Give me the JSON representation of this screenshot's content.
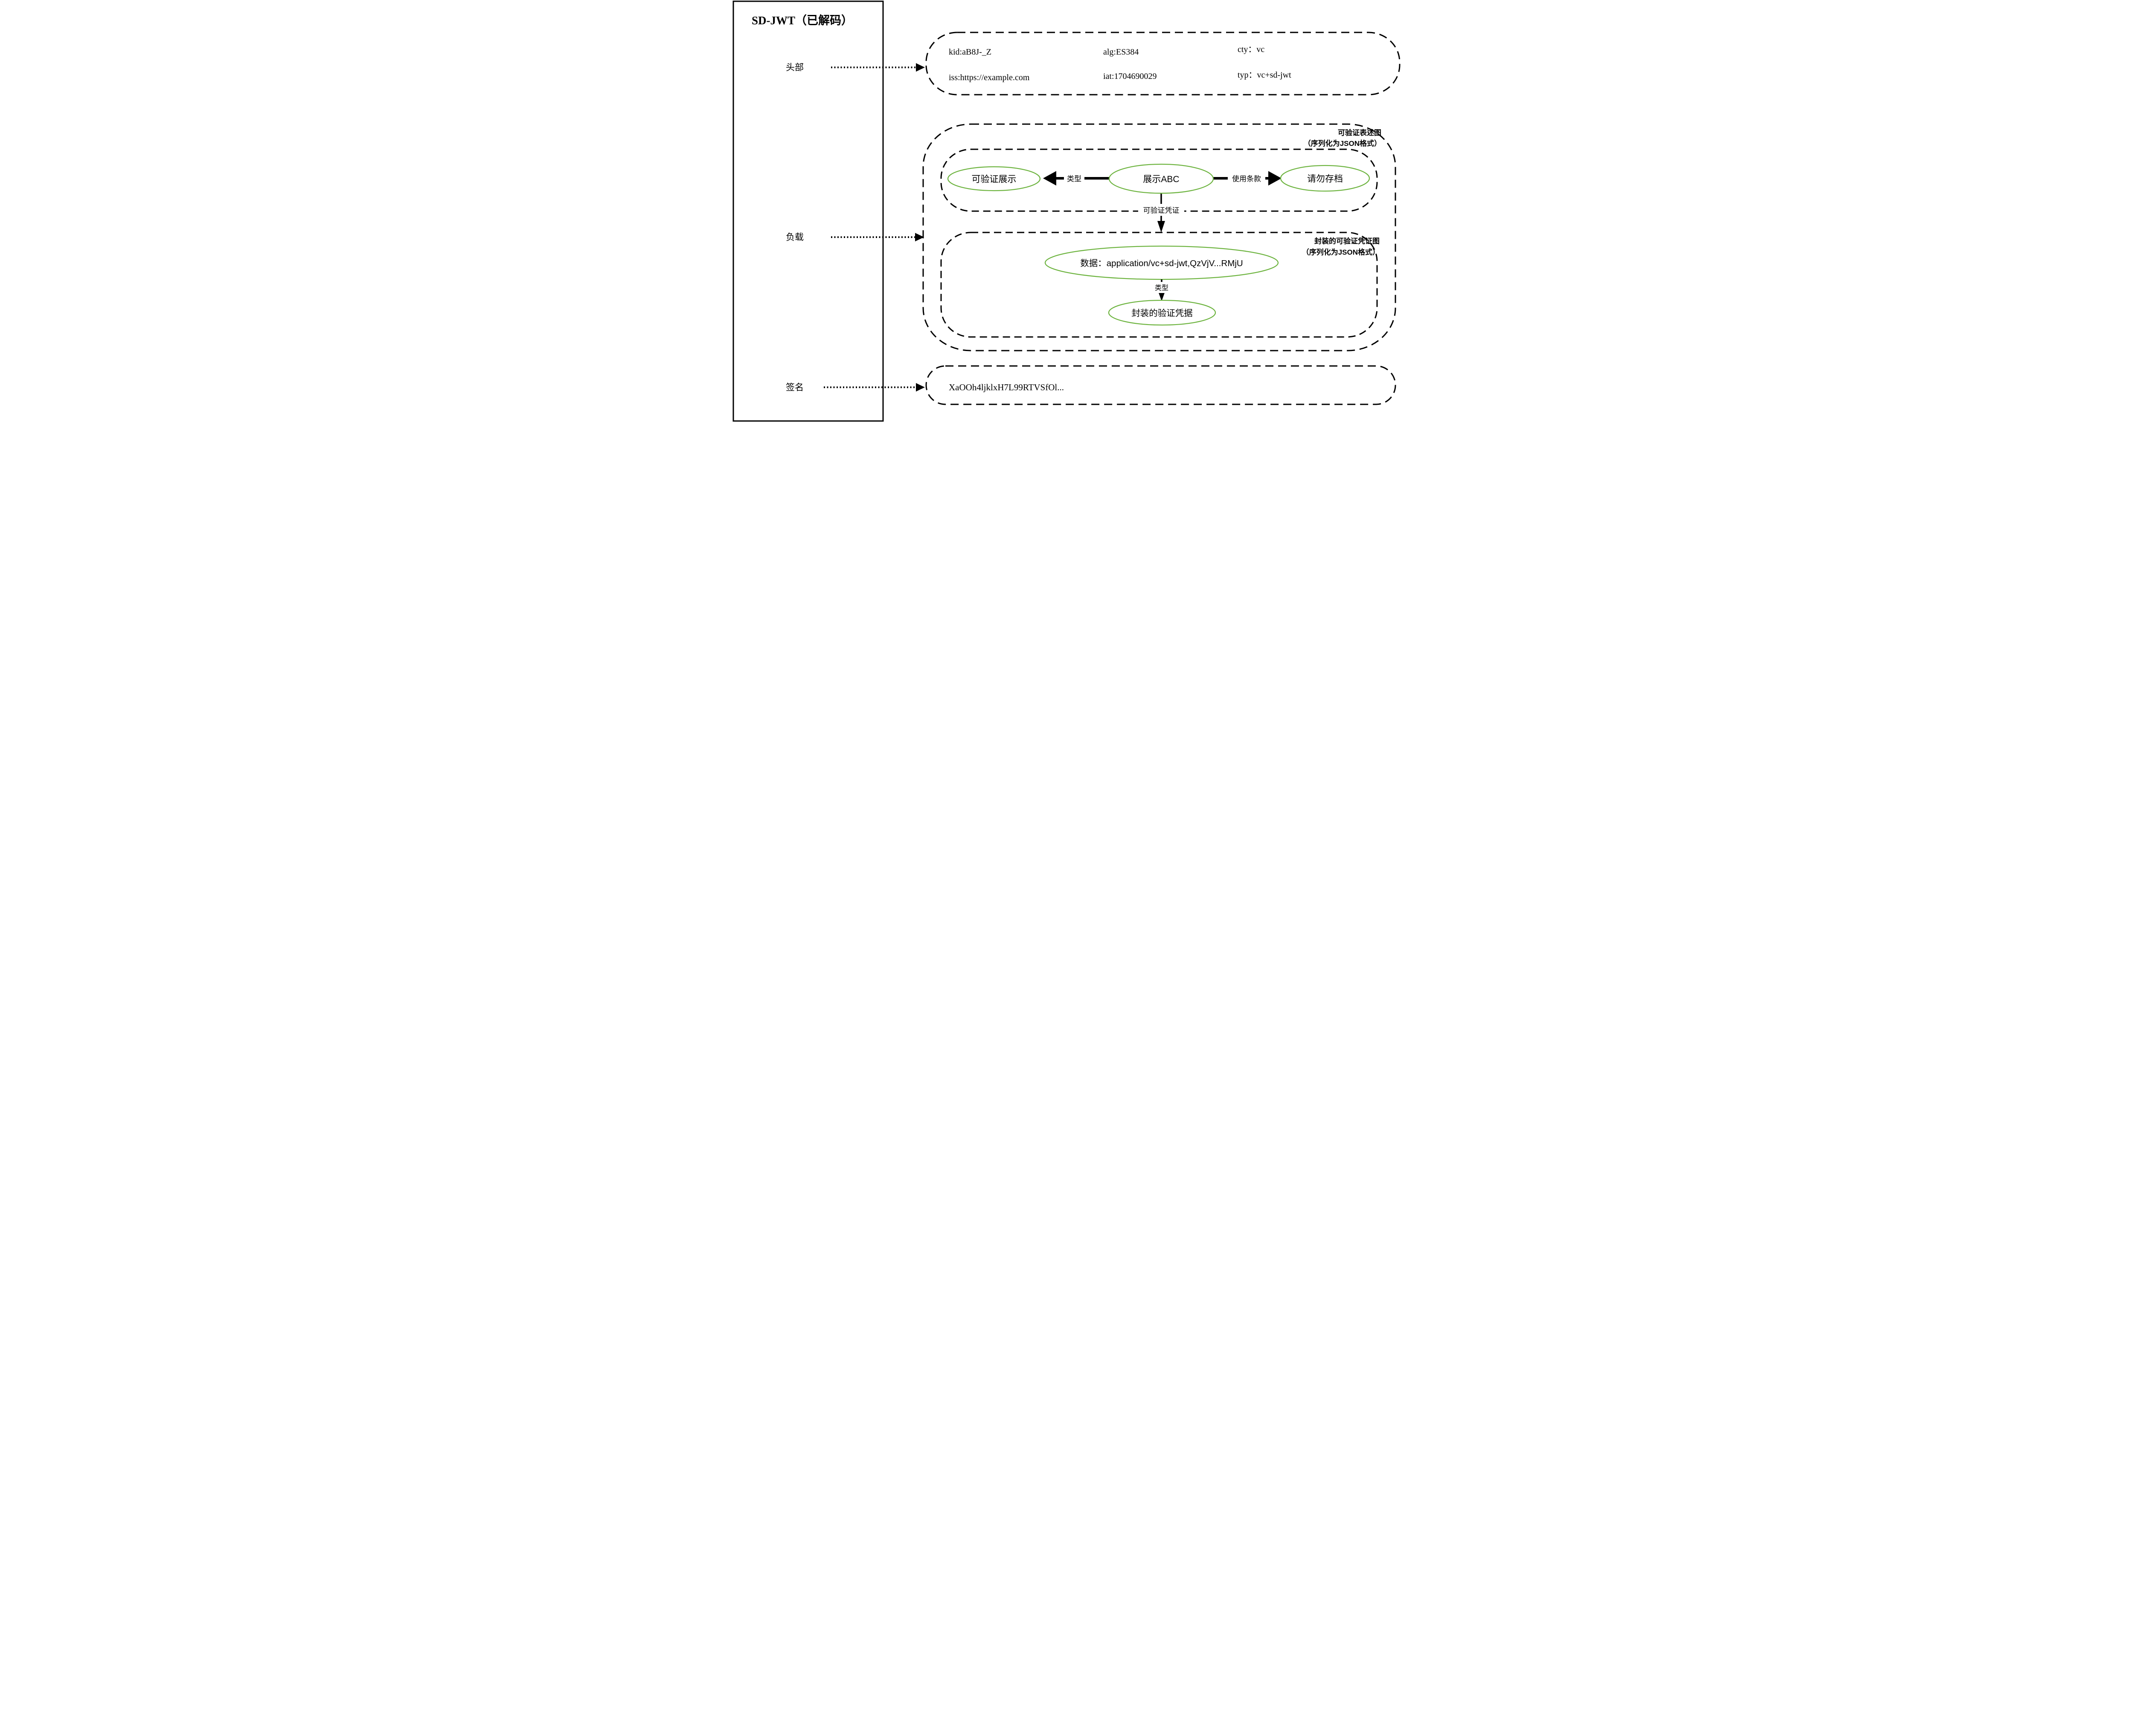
{
  "colors": {
    "ellipse_stroke": "#6cb33e",
    "ink": "#000000"
  },
  "title": "SD-JWT（已解码）",
  "sidebar": {
    "header_label": "头部",
    "payload_label": "负载",
    "signature_label": "签名"
  },
  "header_box": {
    "kid": "kid:aB8J-_Z",
    "alg": "alg:ES384",
    "cty": "cty：vc",
    "iss": "iss:https://example.com",
    "iat": "iat:1704690029",
    "typ": "typ：vc+sd-jwt"
  },
  "payload_box": {
    "caption": {
      "line1": "可验证表述图",
      "line2": "（序列化为JSON格式）"
    },
    "vp_graph": {
      "node_left": "可验证展示",
      "node_center": "展示ABC",
      "node_right": "请勿存档",
      "edge_left_label": "类型",
      "edge_right_label": "使用条款",
      "edge_down_label": "可验证凭证"
    },
    "evc_graph": {
      "caption": {
        "line1": "封装的可验证凭证图",
        "line2": "（序列化为JSON格式）"
      },
      "node_data": "数据：application/vc+sd-jwt,QzVjV...RMjU",
      "edge_down_label": "类型",
      "node_type": "封装的验证凭据"
    }
  },
  "signature_box": {
    "value": "XaOOh4ljklxH7L99RTVSfOl..."
  }
}
